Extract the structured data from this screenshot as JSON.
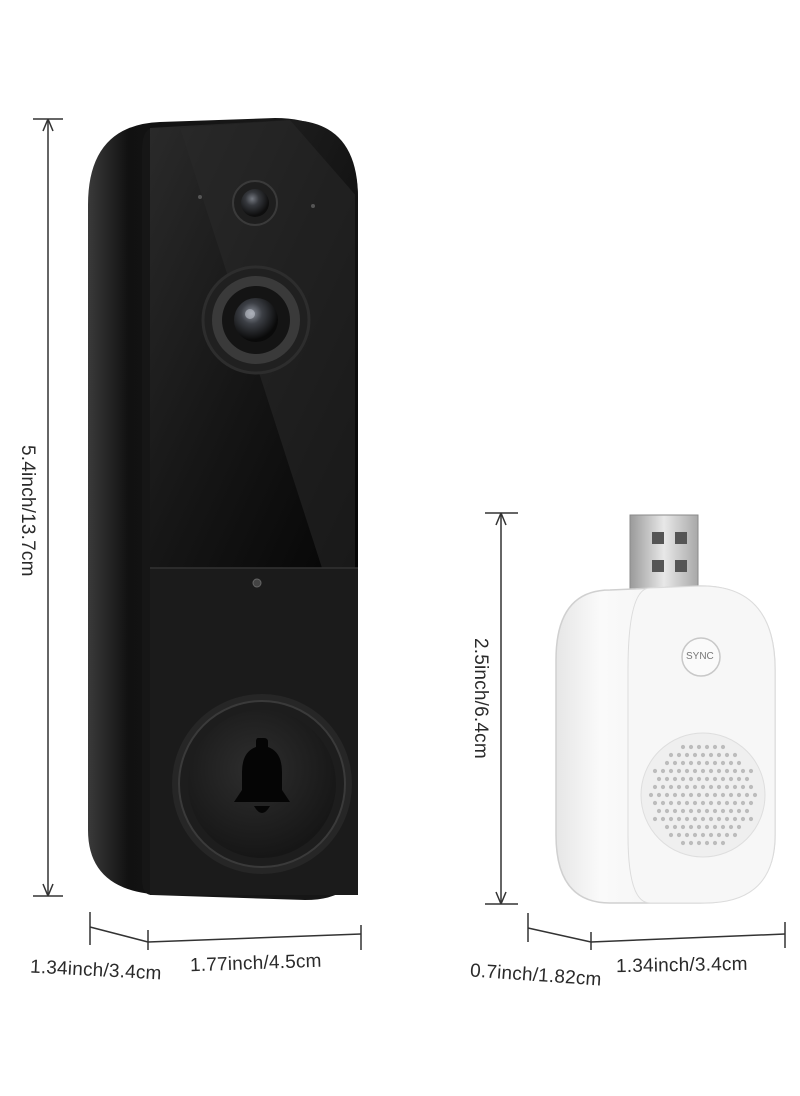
{
  "doorbell": {
    "height_label": "5.4inch/13.7cm",
    "depth_label": "1.34inch/3.4cm",
    "width_label": "1.77inch/4.5cm"
  },
  "chime": {
    "height_label": "2.5inch/6.4cm",
    "depth_label": "0.7inch/1.82cm",
    "width_label": "1.34inch/3.4cm",
    "button_label": "SYNC"
  },
  "colors": {
    "doorbell_body": "#1a1a1a",
    "chime_body": "#f2f2f2",
    "dimension_lines": "#333333"
  }
}
